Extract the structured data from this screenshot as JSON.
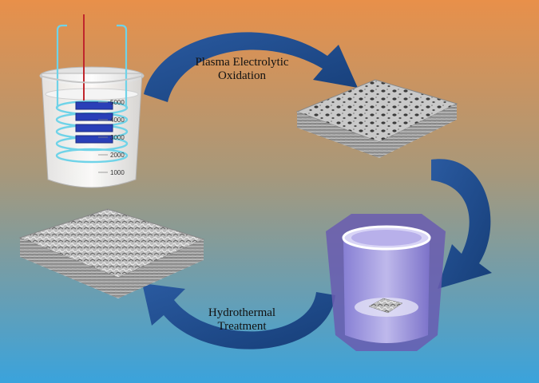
{
  "diagram": {
    "step1_label_line1": "Plasma Electrolytic",
    "step1_label_line2": "Oxidation",
    "step2_label_line1": "Hydrothermal",
    "step2_label_line2": "Treatment",
    "beaker_ticks": [
      "5000",
      "4000",
      "3000",
      "2000",
      "1000"
    ],
    "colors": {
      "bg_top": "#e8904a",
      "bg_bottom": "#3aa0d8",
      "arrow": "#1f4e8c",
      "electrode": "#2a3fb8",
      "coil": "#6fd3e8"
    }
  }
}
